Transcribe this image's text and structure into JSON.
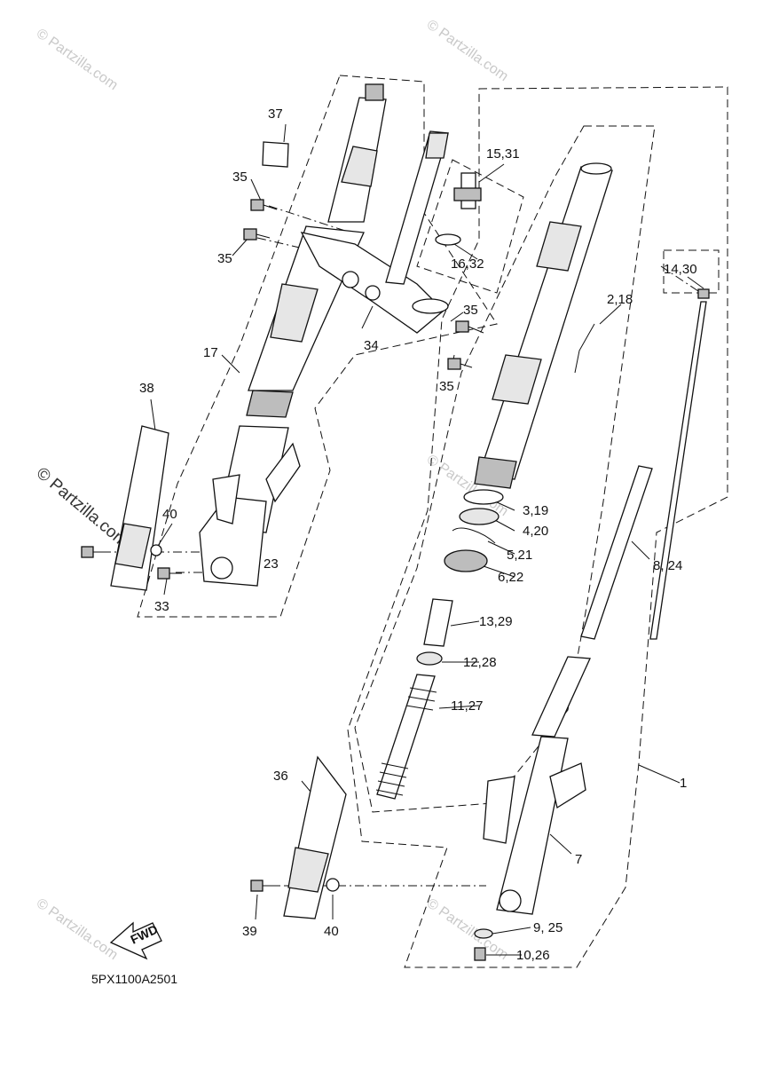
{
  "diagram": {
    "code": "5PX1100A2501",
    "fwd_label": "FWD",
    "watermarks": [
      "© Partzilla.com"
    ],
    "callouts": [
      "1",
      "2,18",
      "3,19",
      "4,20",
      "5,21",
      "6,22",
      "7",
      "8, 24",
      "9, 25",
      "10,26",
      "11,27",
      "12,28",
      "13,29",
      "14,30",
      "15,31",
      "16,32",
      "17",
      "23",
      "33",
      "34",
      "35",
      "36",
      "37",
      "38",
      "39",
      "40"
    ]
  }
}
